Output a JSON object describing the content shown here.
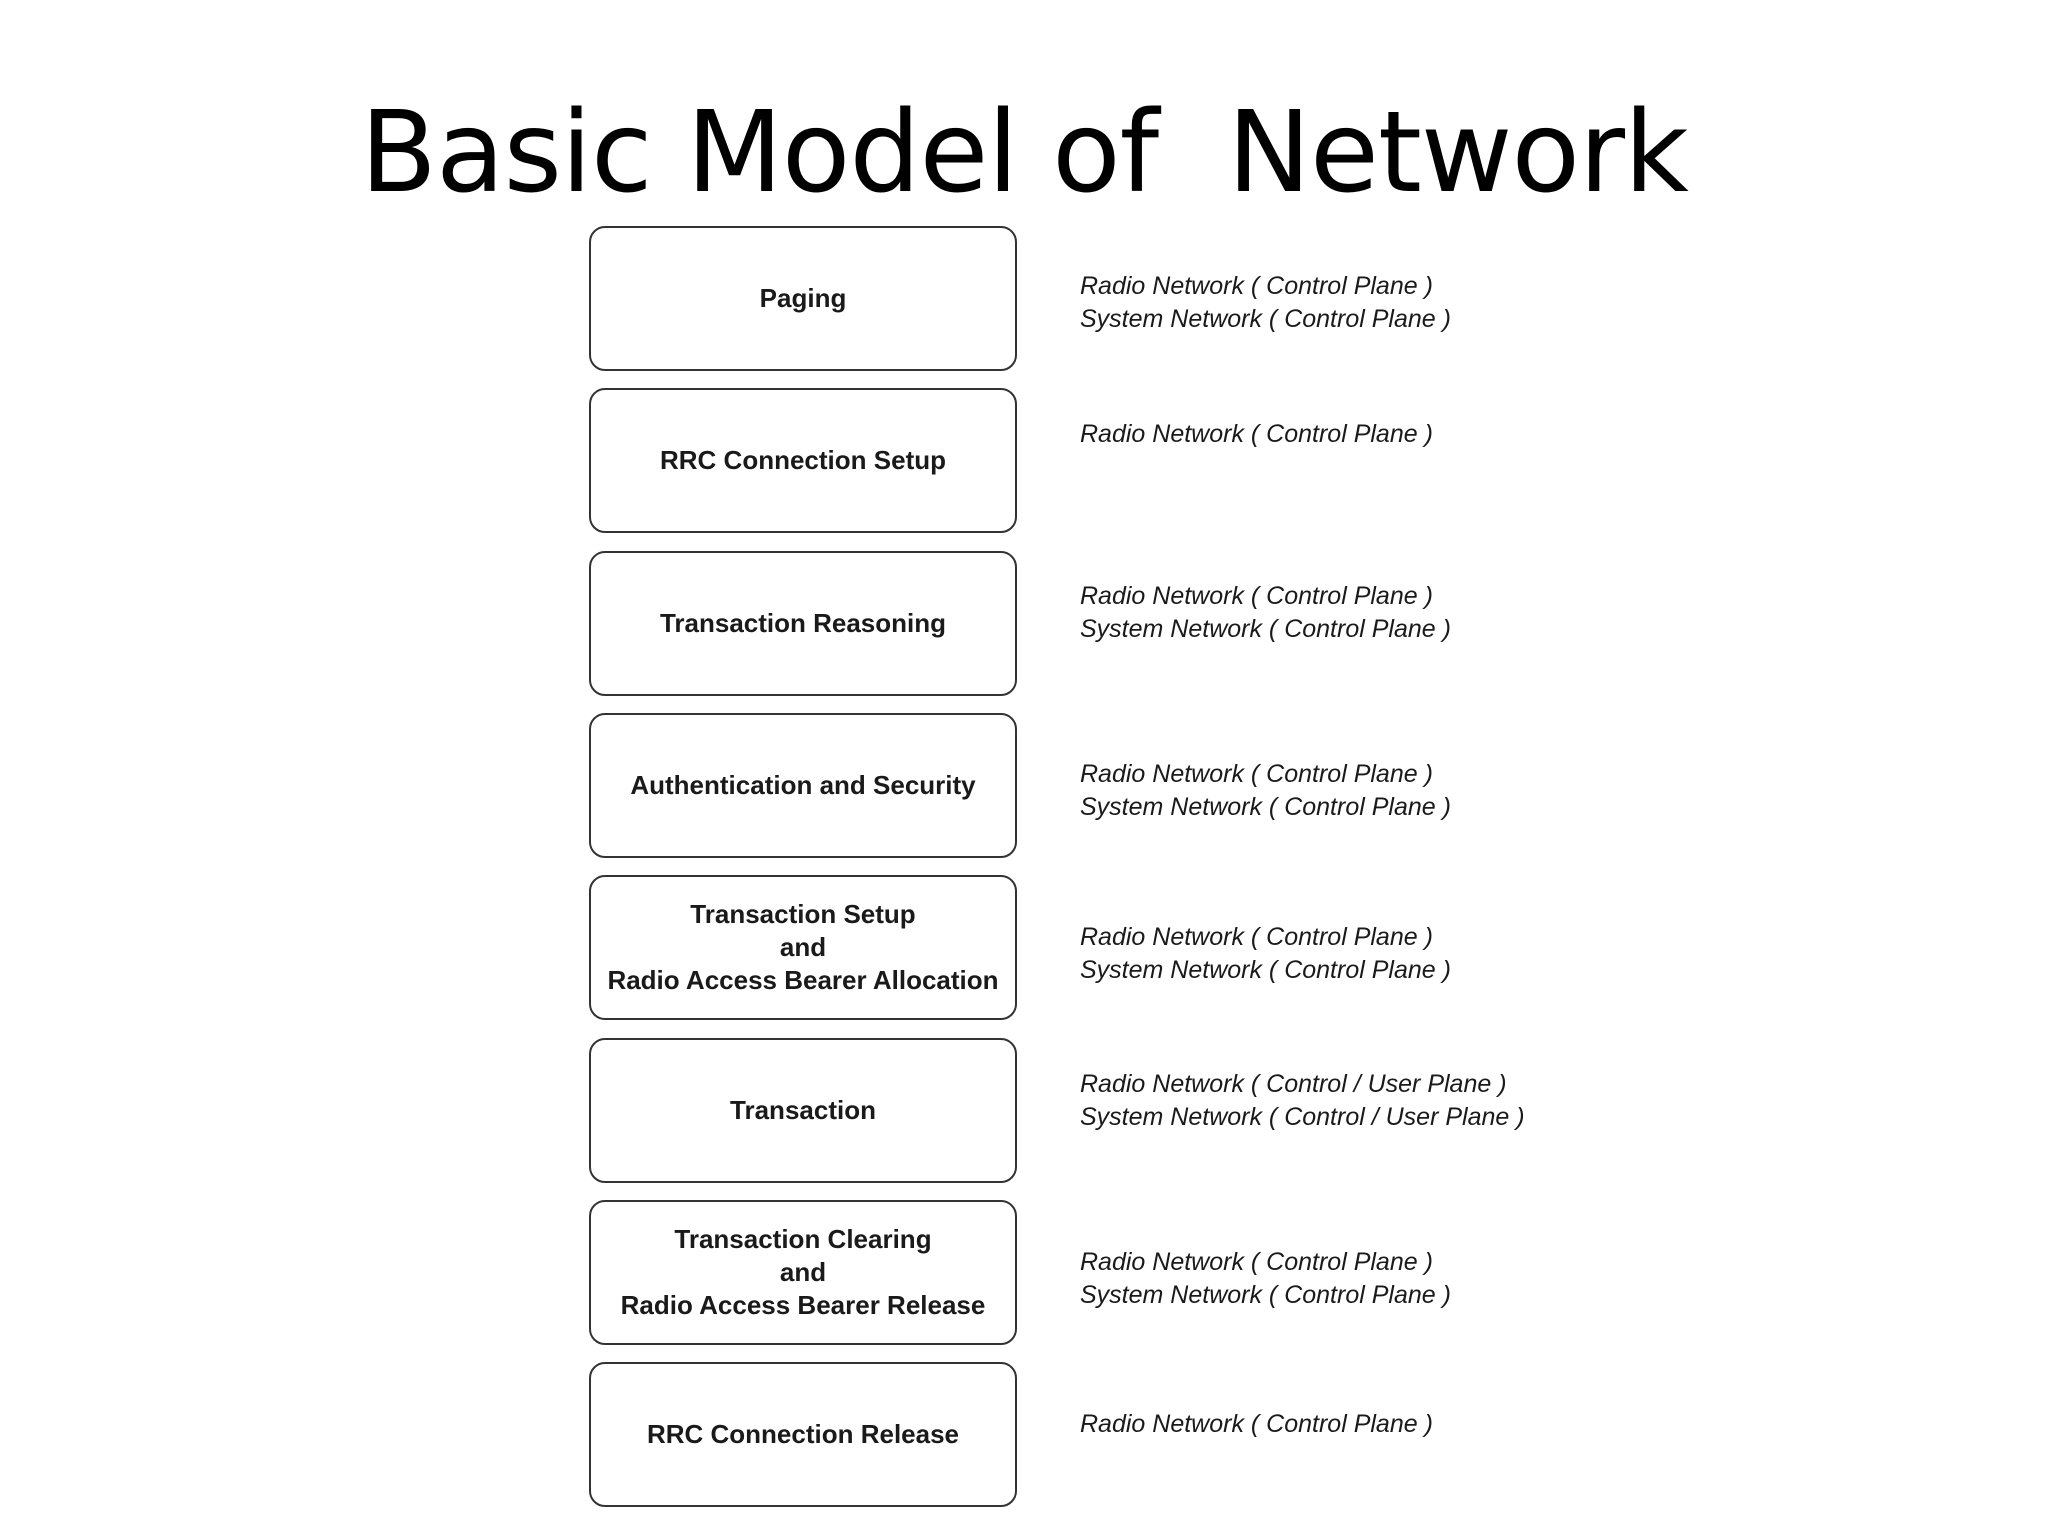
{
  "title": "Basic Model of  Network",
  "steps": [
    {
      "label": "Paging",
      "notes": [
        "Radio Network ( Control Plane )",
        "System Network ( Control Plane )"
      ]
    },
    {
      "label": "RRC Connection Setup",
      "notes": [
        "Radio Network ( Control Plane )"
      ]
    },
    {
      "label": "Transaction Reasoning",
      "notes": [
        "Radio Network ( Control Plane )",
        "System Network ( Control Plane )"
      ]
    },
    {
      "label": "Authentication and Security",
      "notes": [
        "Radio Network ( Control Plane )",
        "System Network ( Control Plane )"
      ]
    },
    {
      "label": "Transaction Setup\nand\nRadio Access Bearer Allocation",
      "notes": [
        "Radio Network ( Control Plane )",
        "System Network ( Control Plane )"
      ]
    },
    {
      "label": "Transaction",
      "notes": [
        "Radio Network ( Control / User Plane )",
        "System Network ( Control / User Plane )"
      ]
    },
    {
      "label": "Transaction Clearing\nand\nRadio Access Bearer Release",
      "notes": [
        "Radio Network ( Control Plane )",
        "System Network ( Control Plane )"
      ]
    },
    {
      "label": "RRC Connection Release",
      "notes": [
        "Radio Network ( Control Plane )"
      ]
    }
  ]
}
